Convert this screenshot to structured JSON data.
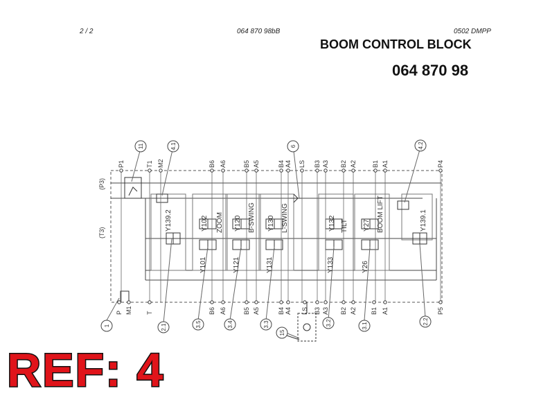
{
  "header": {
    "page": "2 /   2",
    "doc_code": "064 870 98bB",
    "revision": "0502 DMPP",
    "title": "BOOM CONTROL BLOCK",
    "part_number": "064 870 98"
  },
  "ref_label": "REF: 4",
  "diagram": {
    "ports_top": [
      "P1",
      "T1",
      "M2",
      "B6",
      "A6",
      "B5",
      "A5",
      "B4",
      "A4",
      "LS",
      "B3",
      "A3",
      "B2",
      "A2",
      "B1",
      "A1",
      "P4"
    ],
    "ports_bottom": [
      "P",
      "M1",
      "T",
      "B6",
      "A6",
      "B5",
      "A5",
      "B4",
      "A4",
      "LS",
      "B3",
      "A3",
      "B2",
      "A2",
      "B1",
      "A1",
      "P5"
    ],
    "side_labels": [
      "(P3)",
      "(T3)"
    ],
    "section_labels": [
      "ZOOM",
      "B-SWING",
      "L-SWING",
      "TILT",
      "BOOM LIFT"
    ],
    "solenoids_upper": [
      "Y139.2",
      "Y102",
      "Y120",
      "Y130",
      "Y132",
      "Y27",
      "Y139.1"
    ],
    "solenoids_lower": [
      "Y101",
      "Y121",
      "Y131",
      "Y133",
      "Y26"
    ],
    "callouts_top": [
      "11",
      "4.1",
      "6",
      "4.2"
    ],
    "callouts_bottom": [
      "1",
      "2.1",
      "3.5",
      "3.4",
      "3.3",
      "15",
      "3.2",
      "3.1",
      "2.2"
    ]
  }
}
